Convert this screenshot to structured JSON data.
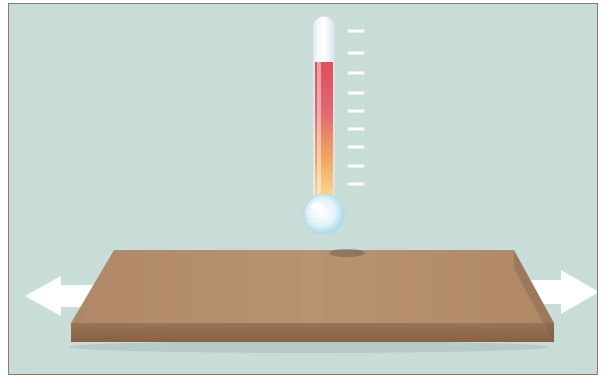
{
  "scene": {
    "objects": [
      "thermometer",
      "wooden-board",
      "left-arrow",
      "right-arrow"
    ],
    "thermometer": {
      "scale_ticks": 9,
      "fill_level": 0.82,
      "colors": {
        "top": "#e0505a",
        "middle": "#f0a860",
        "bottom": "#fce8a8",
        "bulb": "#bfe4f2"
      }
    },
    "board": {
      "top_color": "#b38c6a",
      "front_color": "#8d6a4f",
      "side_color": "#7a5a42"
    },
    "arrows": {
      "color": "#ffffff",
      "directions": [
        "left",
        "right"
      ]
    },
    "background_color": "#c9ddd8",
    "border_color": "#8c7a63"
  }
}
